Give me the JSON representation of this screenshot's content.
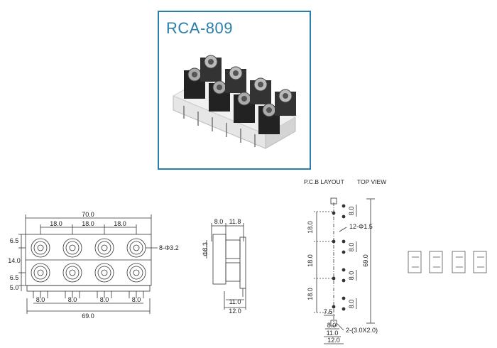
{
  "product": {
    "model": "RCA-809"
  },
  "front_view": {
    "width_total": "70.0",
    "pitch_1": "18.0",
    "pitch_2": "18.0",
    "pitch_3": "18.0",
    "hole_note": "8-Φ3.2",
    "left_dims": [
      "6.5",
      "14.0",
      "6.5",
      "5.0"
    ],
    "pin_spacing": [
      "8.0",
      "8.0",
      "8.0",
      "8.0"
    ],
    "base_width": "69.0"
  },
  "side_view": {
    "top_left": "8.0",
    "top_right": "11.8",
    "diameter": "Φ8.3",
    "bottom_1": "11.0",
    "bottom_2": "12.0"
  },
  "pcb_layout": {
    "heading": "P.C.B LAYOUT",
    "subheading": "TOP VIEW",
    "hole_note": "12-Φ1.5",
    "left_dims": [
      "18.0",
      "18.0",
      "18.0"
    ],
    "right_dims": [
      "8.0",
      "8.0",
      "8.0",
      "8.0"
    ],
    "total_height": "69.0",
    "offset": "7.5",
    "bottom_dims": [
      "8.0",
      "11.0",
      "12.0"
    ],
    "slot_note": "2-(3.0X2.0)"
  },
  "colors": {
    "accent": "#2a7fa8",
    "line": "#333333"
  }
}
